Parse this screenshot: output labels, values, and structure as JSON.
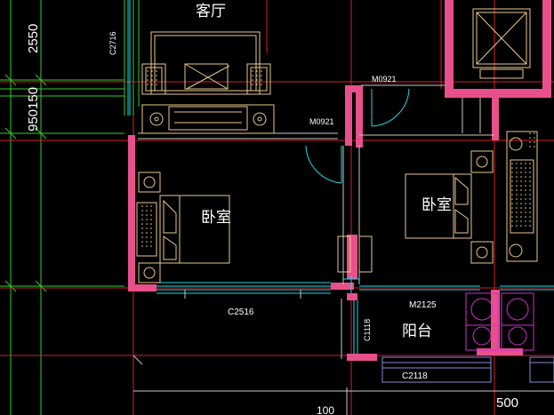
{
  "drawing": {
    "rooms": {
      "living_room": "客厅",
      "bedroom_left": "卧室",
      "bedroom_right": "卧室",
      "balcony": "阳台"
    },
    "doors": {
      "door_top": "M0921",
      "door_mid": "M0921",
      "door_balcony": "M2125"
    },
    "windows": {
      "window_living": "C2716",
      "window_bedroom": "C2516",
      "window_balcony_side": "C1118",
      "window_balcony_bottom": "C2118"
    },
    "dimensions": {
      "dim_top": "2550",
      "dim_mid": "950150",
      "dim_bottom_right": "500",
      "dim_bottom_mid": "100"
    }
  },
  "colors": {
    "background": "#000000",
    "wall_fill": "#e8508c",
    "axis_line": "#d4202a",
    "dimension_line": "#2fd02f",
    "window_line": "#26d7e6",
    "furniture_line": "#e8c98e",
    "fixture_line": "#d22cd2",
    "hatch_line": "#8a8ad8",
    "text": "#ffffff"
  }
}
